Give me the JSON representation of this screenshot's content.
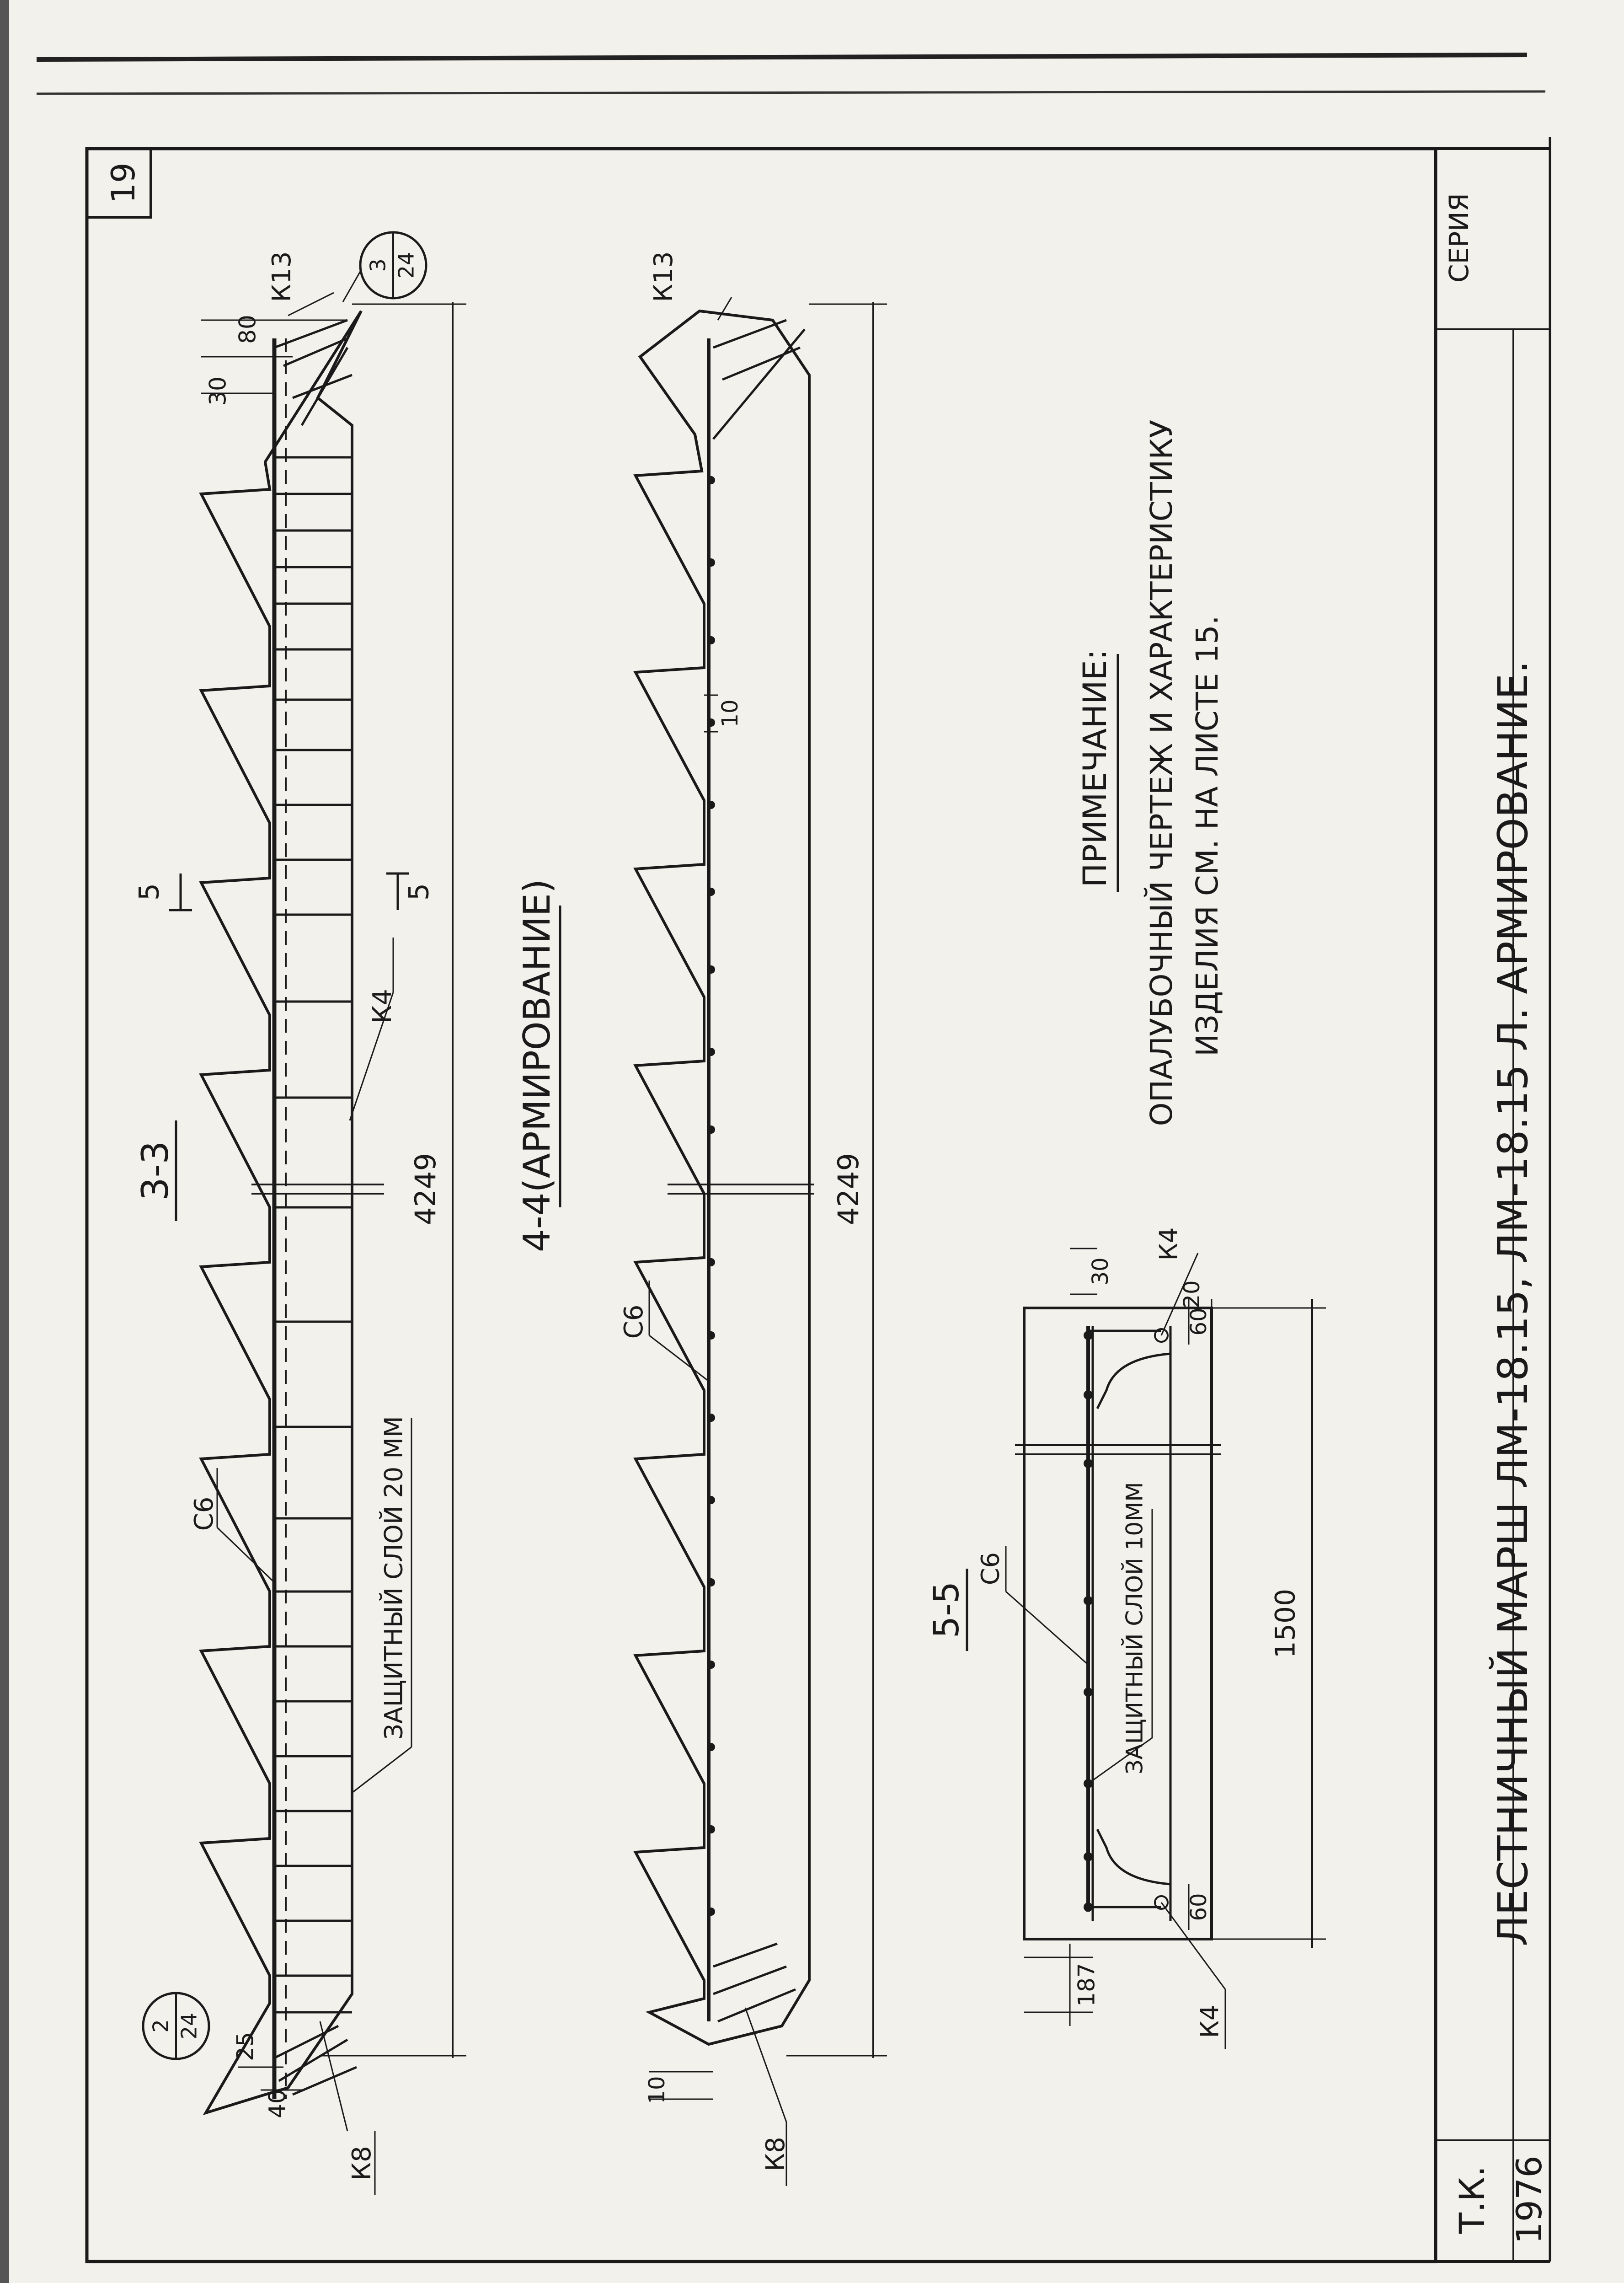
{
  "sheet": {
    "number": "19",
    "series": "СЕРИЯ",
    "org": "Т.К.",
    "year": "1976"
  },
  "section33": {
    "title": "3-3",
    "cut_label": "5",
    "dim_length": "4249",
    "dim_80": "80",
    "dim_30": "30",
    "dim_25": "25",
    "dim_40": "40",
    "k13": "К13",
    "k4": "К4",
    "c6": "С6",
    "k8": "К8",
    "cover_note": "ЗАЩИТНЫЙ СЛОЙ 20 ММ",
    "callout_top_num": "3",
    "callout_top_den": "24",
    "callout_bot_num": "2",
    "callout_bot_den": "24"
  },
  "section44": {
    "title": "4-4(АРМИРОВАНИЕ)",
    "dim_length": "4249",
    "dim_10_mid": "10",
    "dim_10_end": "10",
    "k13": "К13",
    "c6": "С6",
    "k8": "К8"
  },
  "section55": {
    "title": "5-5",
    "dim_1500": "1500",
    "dim_30": "30",
    "dim_20": "20",
    "dim_60_top": "60",
    "dim_60_bot": "60",
    "dim_187": "187",
    "k4_top": "К4",
    "k4_bot": "К4",
    "c6": "С6",
    "cover_note": "ЗАЩИТНЫЙ СЛОЙ 10ММ"
  },
  "note": {
    "heading": "ПРИМЕЧАНИЕ:",
    "line1": "ОПАЛУБОЧНЫЙ ЧЕРТЕЖ И ХАРАКТЕРИСТИКУ",
    "line2": "ИЗДЕЛИЯ СМ. НА ЛИСТЕ 15."
  },
  "title_block": {
    "main_title": "ЛЕСТНИЧНЫЙ МАРШ ЛМ-18.15, ЛМ-18.15 Л. АРМИРОВАНИЕ."
  }
}
